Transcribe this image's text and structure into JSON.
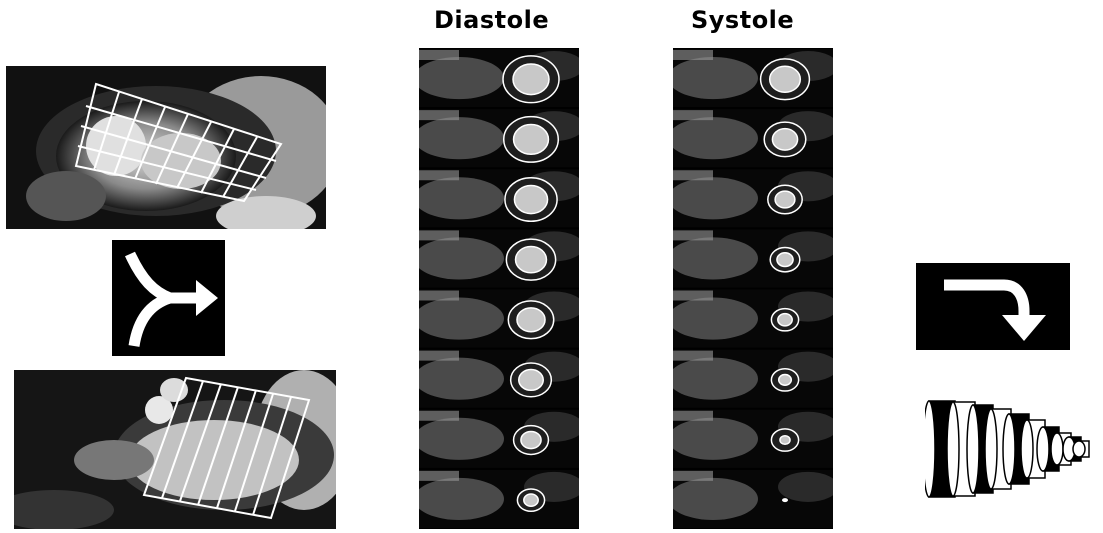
{
  "labels": {
    "diastole": "Diastole",
    "systole": "Systole"
  },
  "images": {
    "four_chamber": "four-chamber-long-axis-cine-with-short-axis-planning-lines",
    "two_chamber": "two-chamber-long-axis-cine-with-short-axis-planning-lines",
    "stack": "short-axis-slice-stack-with-endocardial-contours",
    "model": "stacked-disc-volume-model"
  },
  "icons": {
    "merge_arrow": "merge-arrow-icon",
    "turn_down_arrow": "turn-down-arrow-icon"
  },
  "stack": {
    "slice_count": 8,
    "diastole_contour_scale": [
      1.0,
      0.97,
      0.92,
      0.86,
      0.78,
      0.68,
      0.56,
      0.4
    ],
    "systole_contour_scale": [
      0.85,
      0.7,
      0.55,
      0.45,
      0.4,
      0.35,
      0.28,
      0.0
    ]
  },
  "colors": {
    "background": "#ffffff",
    "image_dark": "#000000",
    "contour": "#ffffff"
  }
}
